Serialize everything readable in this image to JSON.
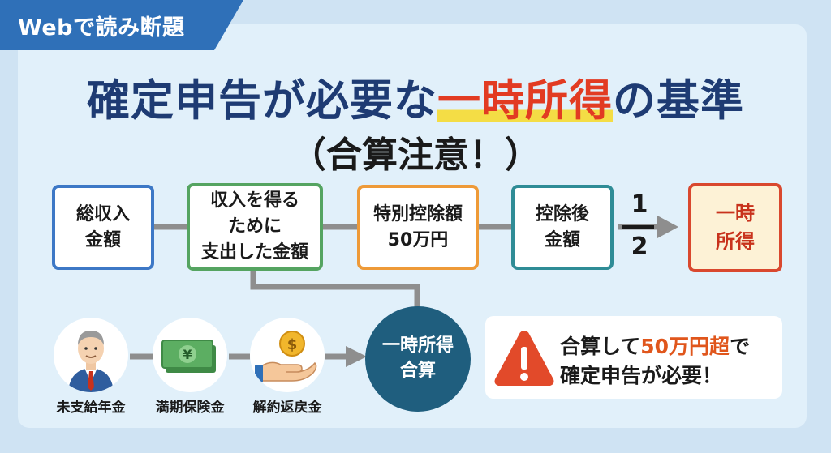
{
  "tag": "Webで読み断題",
  "title": {
    "pre": "確定申告が必要な",
    "highlight": "一時所得",
    "post": "の基準"
  },
  "subtitle": "（合算注意！）",
  "flow": {
    "box1": "総収入\n金額",
    "box2": "収入を得る\nために\n支出した金額",
    "box3": "特別控除額\n50万円",
    "box4": "控除後\n金額",
    "fraction_num": "1",
    "fraction_den": "2",
    "result": "一時\n所得"
  },
  "sources": [
    {
      "label": "未支給年金",
      "icon": "pensioner-icon"
    },
    {
      "label": "満期保険金",
      "icon": "banknote-icon"
    },
    {
      "label": "解約返戻金",
      "icon": "coin-hand-icon"
    }
  ],
  "combined": "一時所得\n合算",
  "warning": {
    "line1_pre": "合算して",
    "line1_hl": "50万円超",
    "line1_post": "で",
    "line2": "確定申告が必要！"
  },
  "colors": {
    "navy": "#1e3b73",
    "red": "#e23b22",
    "teal": "#1f5e7e",
    "highlight": "#f4dd45"
  }
}
